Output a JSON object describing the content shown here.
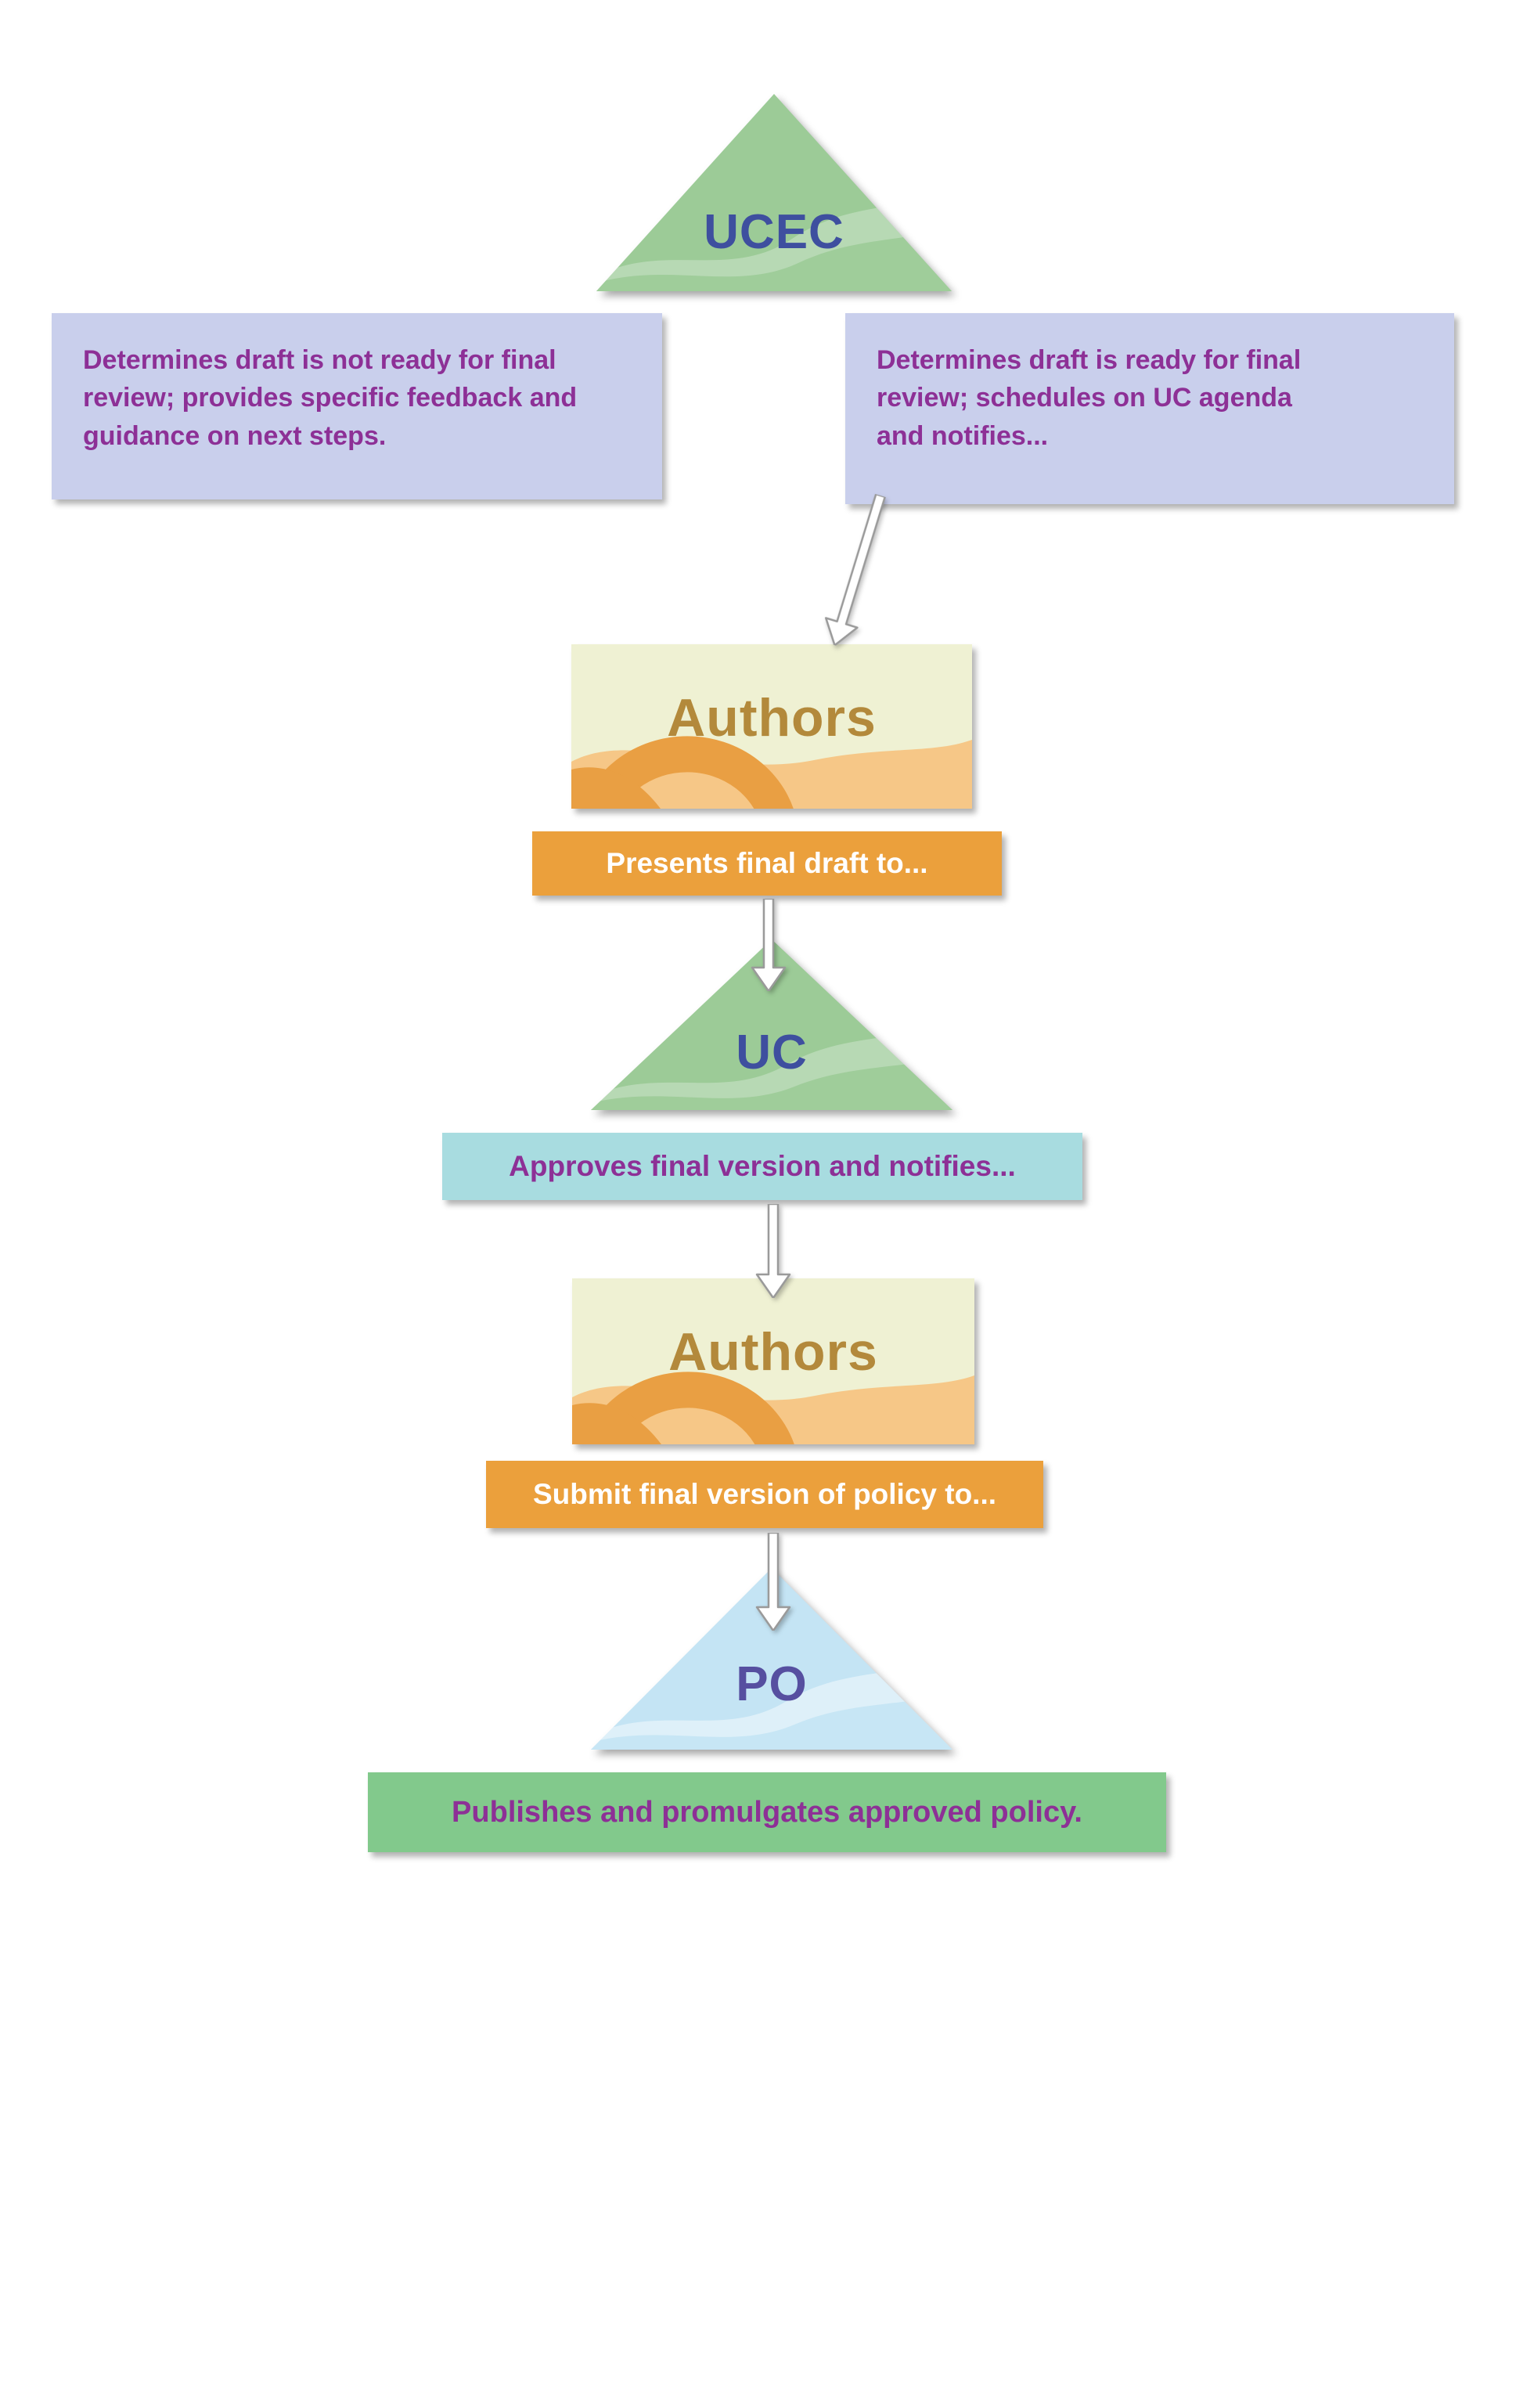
{
  "flowchart": {
    "ucec": {
      "label": "UCEC"
    },
    "outcome_not_ready": "Determines draft is not ready for final\nreview; provides specific feedback and\nguidance on next steps.",
    "outcome_ready": "Determines draft is ready for final\nreview; schedules on UC agenda\nand notifies...",
    "authors_first": {
      "label": "Authors",
      "action": "Presents final draft to..."
    },
    "uc": {
      "label": "UC",
      "action": "Approves final version and notifies..."
    },
    "authors_second": {
      "label": "Authors",
      "action": "Submit final version of policy to..."
    },
    "po": {
      "label": "PO",
      "action": "Publishes and promulgates approved policy."
    },
    "colors": {
      "triangle_green": "#9ccb97",
      "triangle_blue": "#c4e4f4",
      "note_lavender": "#c9cfec",
      "authors_cream": "#eff1d3",
      "authors_orange_light": "#f6c787",
      "authors_orange_dark": "#e99f43",
      "bar_orange": "#eba03c",
      "bar_teal": "#a8dce0",
      "bar_green": "#82c98c",
      "text_purple": "#8d3096",
      "text_indigo": "#3e4f9f",
      "text_po_purple": "#564fa0",
      "text_authors_brown": "#b3893b"
    }
  }
}
